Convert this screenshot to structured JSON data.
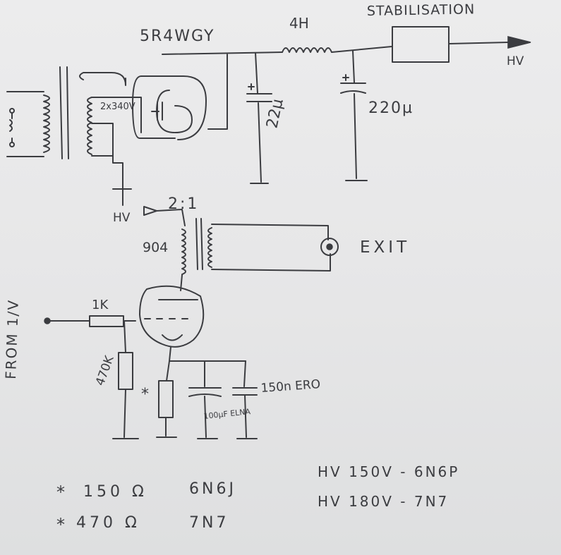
{
  "labels": {
    "stabilisation": "STABILISATION",
    "rectifier": "5R4WGY",
    "choke": "4H",
    "hv_out": "HV",
    "winding": "2x340V",
    "cap1": "22µ",
    "cap2": "220µ",
    "hv_in": "HV",
    "ratio": "2:1",
    "primary": "904",
    "output": "EXIT",
    "from": "FROM 1/V",
    "r_grid": "1K",
    "r_leak": "470K",
    "star": "*",
    "cap_cath": "100µF ELNA",
    "cap_ero": "150n ERO"
  },
  "notes": {
    "n1_mark": "*",
    "n1_val": "150 Ω",
    "n1_tube": "6N6J",
    "n2_mark": "*",
    "n2_val": "470 Ω",
    "n2_tube": "7N7",
    "hv1": "HV 150V - 6N6P",
    "hv2": "HV 180V - 7N7"
  }
}
